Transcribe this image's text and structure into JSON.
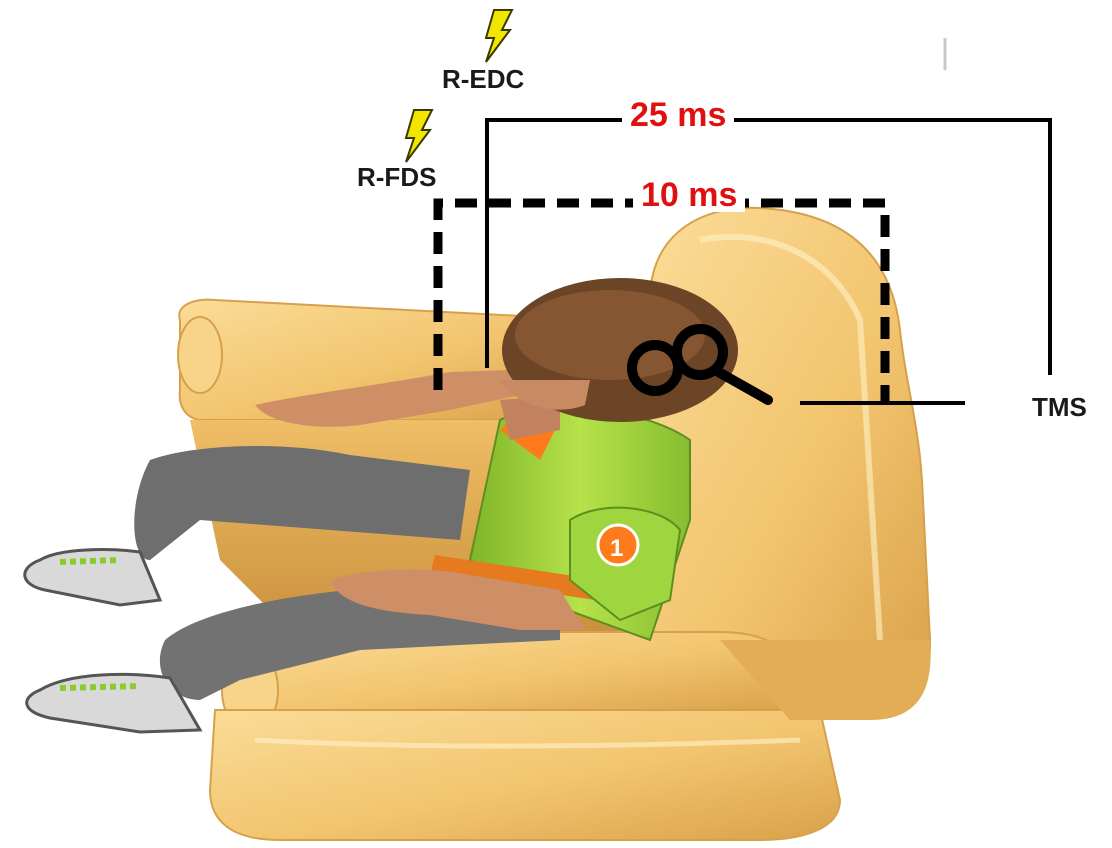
{
  "labels": {
    "r_edc": "R-EDC",
    "r_fds": "R-FDS",
    "latency_edc": "25 ms",
    "latency_fds": "10 ms",
    "tms": "TMS"
  },
  "colors": {
    "latency_text": "#e01010",
    "label_text": "#1a1a1a",
    "bolt": "#f2e600",
    "chair": "#f2c46e",
    "shirt": "#a6d83c",
    "hair": "#6b4526",
    "skin": "#cf8f66",
    "pants": "#6e6e6e"
  },
  "icons": {
    "stimulus": "lightning-bolt-icon",
    "coil": "figure-eight-coil-icon"
  }
}
